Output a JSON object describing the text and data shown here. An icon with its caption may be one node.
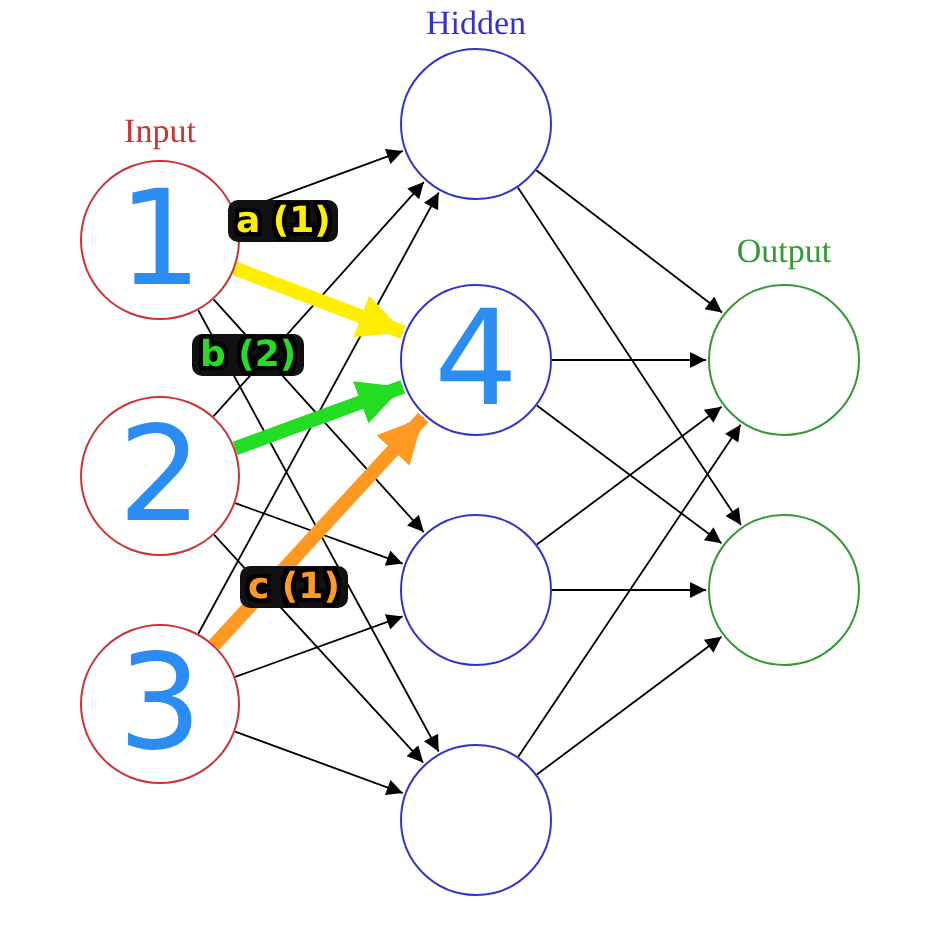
{
  "diagram": {
    "nodes": [
      {
        "text": [
          "1"
        ]
      },
      {
        "text": [
          "2"
        ]
      },
      {
        "text": [
          "3"
        ]
      },
      {
        "text": [],
        "shape": "circle"
      },
      {
        "text": [
          "4"
        ]
      },
      {
        "text": [],
        "shape": "circle"
      },
      {
        "text": [],
        "shape": "circle"
      },
      {
        "text": [],
        "shape": "circle"
      },
      {
        "text": [],
        "shape": "circle"
      }
    ],
    "edges": [
      {
        "from": 0,
        "to": 3,
        "arrow": "to"
      },
      {
        "from": 0,
        "to": 4,
        "arrow": "to"
      },
      {
        "from": 0,
        "to": 5,
        "arrow": "to"
      },
      {
        "from": 0,
        "to": 6,
        "arrow": "to"
      },
      {
        "from": 1,
        "to": 3,
        "arrow": "to"
      },
      {
        "from": 1,
        "to": 4,
        "arrow": "to"
      },
      {
        "from": 1,
        "to": 5,
        "arrow": "to"
      },
      {
        "from": 1,
        "to": 6,
        "arrow": "to"
      },
      {
        "from": 2,
        "to": 3,
        "arrow": "to"
      },
      {
        "from": 2,
        "to": 4,
        "arrow": "to"
      },
      {
        "from": 2,
        "to": 5,
        "arrow": "to"
      },
      {
        "from": 2,
        "to": 6,
        "arrow": "to"
      },
      {
        "from": 3,
        "to": 7,
        "arrow": "to"
      },
      {
        "from": 3,
        "to": 8,
        "arrow": "to"
      },
      {
        "from": 4,
        "to": 7,
        "arrow": "to"
      },
      {
        "from": 4,
        "to": 8,
        "arrow": "to"
      },
      {
        "from": 5,
        "to": 7,
        "arrow": "to"
      },
      {
        "from": 5,
        "to": 8,
        "arrow": "to"
      },
      {
        "from": 6,
        "to": 7,
        "arrow": "to"
      },
      {
        "from": 6,
        "to": 8,
        "arrow": "to"
      },
      {
        "from": 0,
        "to": 4,
        "arrow": "to",
        "label": "a (1)",
        "style": "thick",
        "color": "#ffee00"
      },
      {
        "from": 1,
        "to": 4,
        "arrow": "to",
        "label": "b (2)",
        "style": "thick",
        "color": "#22dd22"
      },
      {
        "from": 2,
        "to": 4,
        "arrow": "to",
        "label": "c (1)",
        "style": "thick",
        "color": "#ff9922"
      }
    ],
    "labels": [
      "Hidden",
      "Input",
      "Output"
    ]
  }
}
